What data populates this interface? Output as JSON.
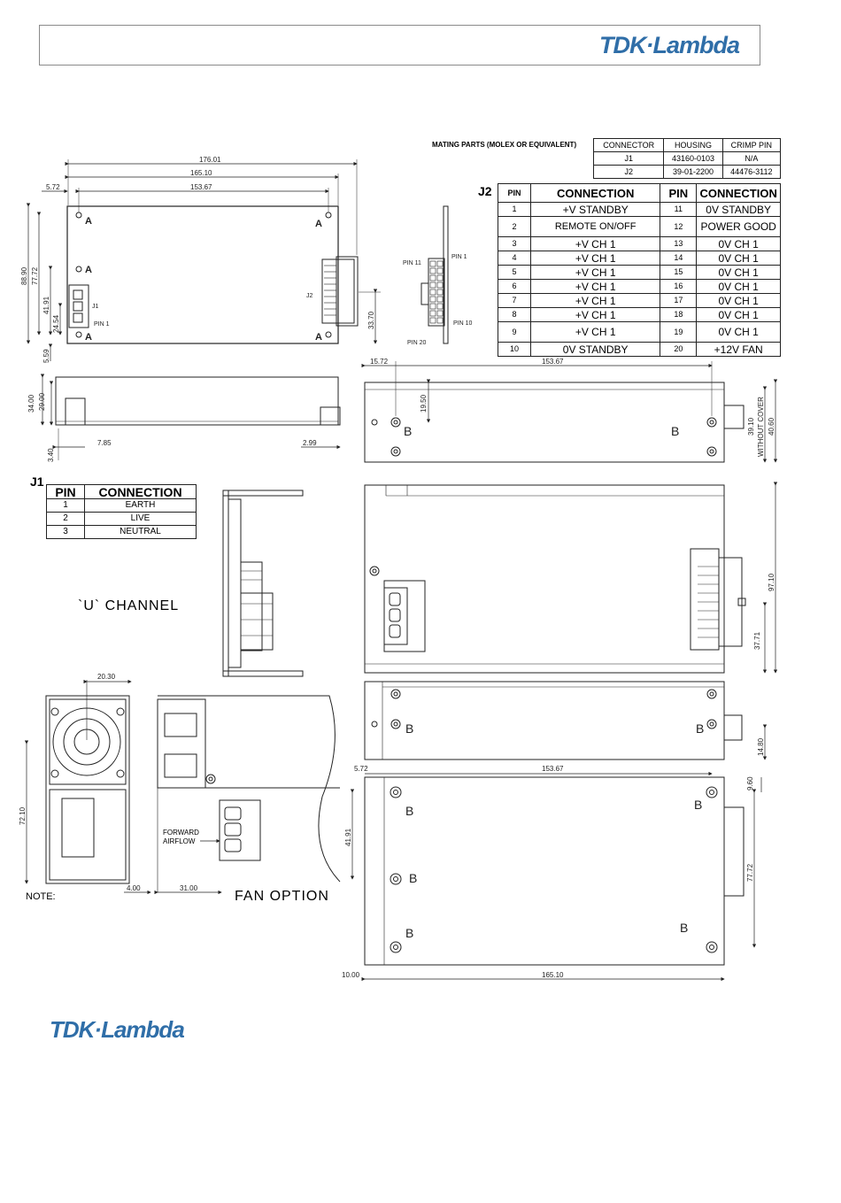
{
  "header": {
    "brand": "TDK·Lambda"
  },
  "footer": {
    "brand": "TDK·Lambda"
  },
  "mating": {
    "title": "MATING PARTS (MOLEX OR EQUIVALENT)",
    "headers": [
      "CONNECTOR",
      "HOUSING",
      "CRIMP PIN"
    ],
    "rows": [
      [
        "J1",
        "43160-0103",
        "N/A"
      ],
      [
        "J2",
        "39-01-2200",
        "44476-3112"
      ]
    ]
  },
  "j2": {
    "label": "J2",
    "headers": [
      "PIN",
      "CONNECTION",
      "PIN",
      "CONNECTION"
    ],
    "rows": [
      [
        "1",
        "+V STANDBY",
        "11",
        "0V STANDBY"
      ],
      [
        "2",
        "REMOTE ON/OFF",
        "12",
        "POWER GOOD"
      ],
      [
        "3",
        "+V CH 1",
        "13",
        "0V CH 1"
      ],
      [
        "4",
        "+V CH 1",
        "14",
        "0V CH 1"
      ],
      [
        "5",
        "+V CH 1",
        "15",
        "0V CH 1"
      ],
      [
        "6",
        "+V CH 1",
        "16",
        "0V CH 1"
      ],
      [
        "7",
        "+V CH 1",
        "17",
        "0V CH 1"
      ],
      [
        "8",
        "+V CH 1",
        "18",
        "0V CH 1"
      ],
      [
        "9",
        "+V CH 1",
        "19",
        "0V CH 1"
      ],
      [
        "10",
        "0V STANDBY",
        "20",
        "+12V FAN"
      ]
    ]
  },
  "j1": {
    "label": "J1",
    "headers": [
      "PIN",
      "CONNECTION"
    ],
    "rows": [
      [
        "1",
        "EARTH"
      ],
      [
        "2",
        "LIVE"
      ],
      [
        "3",
        "NEUTRAL"
      ]
    ]
  },
  "labels": {
    "u_channel": "`U` CHANNEL",
    "fan_option": "FAN OPTION",
    "note": "NOTE:",
    "forward_airflow_1": "FORWARD",
    "forward_airflow_2": "AIRFLOW",
    "without_cover": "WITHOUT COVER",
    "pin1": "PIN 1",
    "pin10": "PIN 10",
    "pin11": "PIN 11",
    "pin20": "PIN 20",
    "j1_tag": "J1",
    "j2_tag": "J2",
    "mark_a": "A",
    "mark_b": "B"
  },
  "dims": {
    "d176": "176.01",
    "d165": "165.10",
    "d153": "153.67",
    "d572": "5.72",
    "d889": "88.90",
    "d7772": "77.72",
    "d4191": "41.91",
    "d2454": "24.54",
    "d559": "5.59",
    "d3370": "33.70",
    "d3400": "34.00",
    "d2900": "29.00",
    "d785": "7.85",
    "d299": "2.99",
    "d340": "3.40",
    "d1572": "15.72",
    "d1950": "19.50",
    "d3910": "39.10",
    "d4060": "40.60",
    "d9710": "97.10",
    "d3771": "37.71",
    "d2030": "20.30",
    "d7210": "72.10",
    "d400": "4.00",
    "d3100": "31.00",
    "d1480": "14.80",
    "d960": "9.60",
    "d1000": "10.00"
  }
}
